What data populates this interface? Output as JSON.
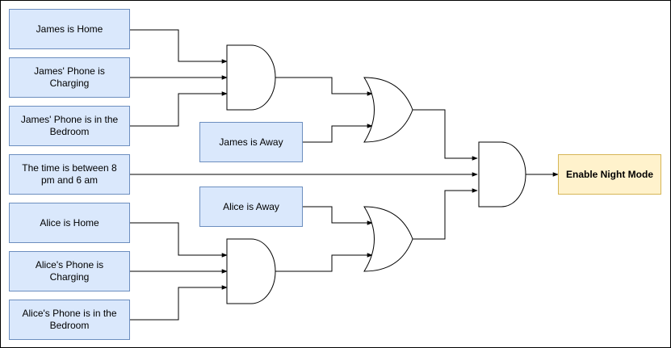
{
  "inputs": {
    "james_home": "James is Home",
    "james_phone_charging": "James' Phone is Charging",
    "james_phone_bedroom": "James' Phone is in the Bedroom",
    "james_away": "James is Away",
    "time_window": "The time is between 8 pm and 6 am",
    "alice_away": "Alice is Away",
    "alice_home": "Alice is Home",
    "alice_phone_charging": "Alice's Phone is Charging",
    "alice_phone_bedroom": "Alice's Phone is in the Bedroom"
  },
  "output": {
    "label": "Enable Night Mode"
  },
  "gates": [
    {
      "id": "and-james",
      "type": "AND"
    },
    {
      "id": "or-james",
      "type": "OR"
    },
    {
      "id": "and-alice",
      "type": "AND"
    },
    {
      "id": "or-alice",
      "type": "OR"
    },
    {
      "id": "and-final",
      "type": "AND"
    }
  ],
  "colors": {
    "input_fill": "#dae8fc",
    "input_border": "#6c8ebf",
    "output_fill": "#fff2cc",
    "output_border": "#d6b656",
    "wire": "#000000"
  }
}
